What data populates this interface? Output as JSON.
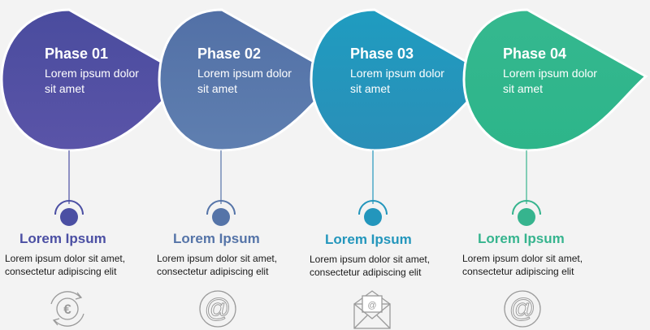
{
  "phases": [
    {
      "title": "Phase 01",
      "line1": "Lorem ipsum dolor",
      "line2": "sit amet",
      "color_top": "#4a4c9e",
      "color_bottom": "#5a54a8",
      "accent": "#4b4fa3"
    },
    {
      "title": "Phase 02",
      "line1": "Lorem ipsum dolor",
      "line2": "sit amet",
      "color_top": "#5270a6",
      "color_bottom": "#5f7fb0",
      "accent": "#5574a8"
    },
    {
      "title": "Phase 03",
      "line1": "Lorem ipsum dolor",
      "line2": "sit amet",
      "color_top": "#1f9cc0",
      "color_bottom": "#2a8fb8",
      "accent": "#2396bc"
    },
    {
      "title": "Phase 04",
      "line1": "Lorem ipsum dolor",
      "line2": "sit amet",
      "color_top": "#35b88f",
      "color_bottom": "#2db58a",
      "accent": "#36b48e"
    }
  ],
  "cards": [
    {
      "title": "Lorem Ipsum",
      "line1": "Lorem ipsum dolor sit amet,",
      "line2": "consectetur adipiscing elit",
      "icon": "euro-exchange-icon"
    },
    {
      "title": "Lorem Ipsum",
      "line1": "Lorem ipsum dolor sit amet,",
      "line2": "consectetur adipiscing elit",
      "icon": "at-sign-icon"
    },
    {
      "title": "Lorem Ipsum",
      "line1": "Lorem ipsum dolor sit amet,",
      "line2": "consectetur adipiscing elit",
      "icon": "email-envelope-icon"
    },
    {
      "title": "Lorem Ipsum",
      "line1": "Lorem ipsum dolor sit amet,",
      "line2": "consectetur adipiscing elit",
      "icon": "at-sign-icon"
    }
  ],
  "icon_glyphs": {
    "euro": "€",
    "at": "@"
  },
  "icon_color": "#9a9a9a"
}
